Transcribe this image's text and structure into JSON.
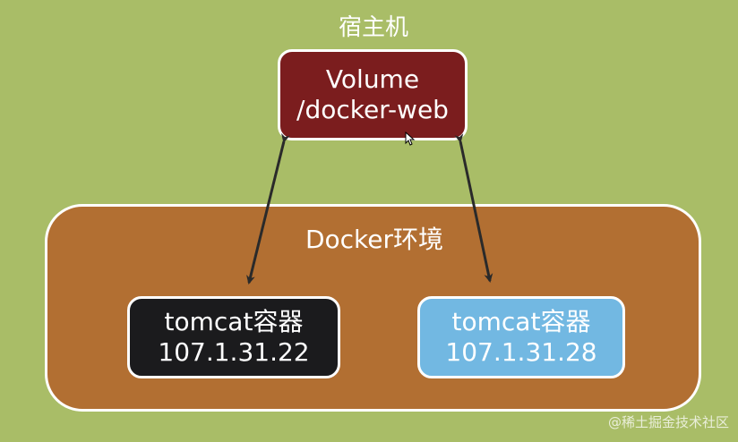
{
  "host": {
    "label": "宿主机"
  },
  "volume": {
    "line1": "Volume",
    "line2": "/docker-web"
  },
  "docker_env": {
    "label": "Docker环境"
  },
  "containers": [
    {
      "name": "tomcat容器",
      "ip": "107.1.31.22"
    },
    {
      "name": "tomcat容器",
      "ip": "107.1.31.28"
    }
  ],
  "watermark": "@稀土掘金技术社区",
  "colors": {
    "background": "#a9bd67",
    "volume_box": "#7b1d1e",
    "docker_env": "#b26f32",
    "container_a": "#1b1b1d",
    "container_b": "#72b8e2",
    "arrow": "#2a2a2a"
  },
  "icons": {
    "arrows": "double-headed-arrow",
    "cursor": "mouse-pointer-icon"
  }
}
